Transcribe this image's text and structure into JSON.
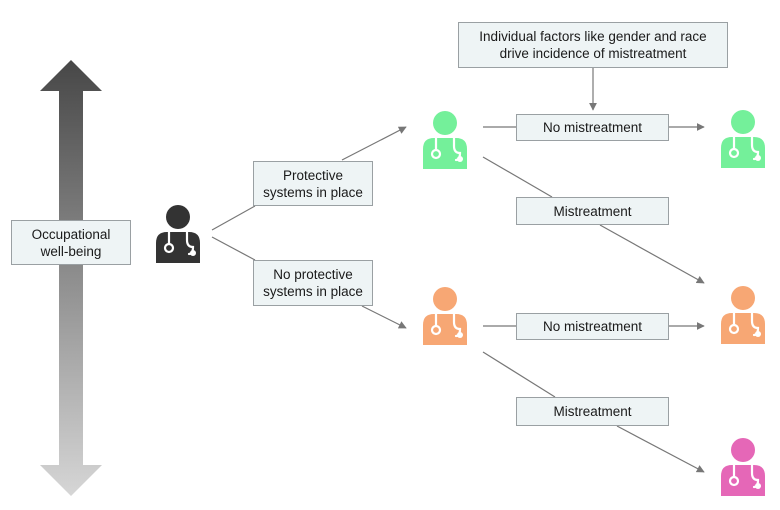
{
  "labels": {
    "wellbeing": "Occupational\nwell-being",
    "protective": "Protective\nsystems in place",
    "no_protective": "No protective\nsystems in place",
    "individual_factors": "Individual factors like gender and race\ndrive incidence of mistreatment",
    "no_mistreatment_top": "No mistreatment",
    "mistreatment_top": "Mistreatment",
    "no_mistreatment_bottom": "No mistreatment",
    "mistreatment_bottom": "Mistreatment"
  },
  "colors": {
    "clinician_neutral": "#333333",
    "clinician_protected": "#74f09a",
    "clinician_unprotected": "#f7a774",
    "clinician_mistreated": "#e567b7",
    "arrow_gradient_top": "#474747",
    "arrow_gradient_bottom": "#d6d6d6",
    "connector_line": "#777777",
    "label_fill": "#eef4f5",
    "label_border": "#9aa0a3"
  },
  "icons": {
    "figure": "clinician-with-stethoscope-icon",
    "scale": "double-headed-arrow-icon"
  }
}
